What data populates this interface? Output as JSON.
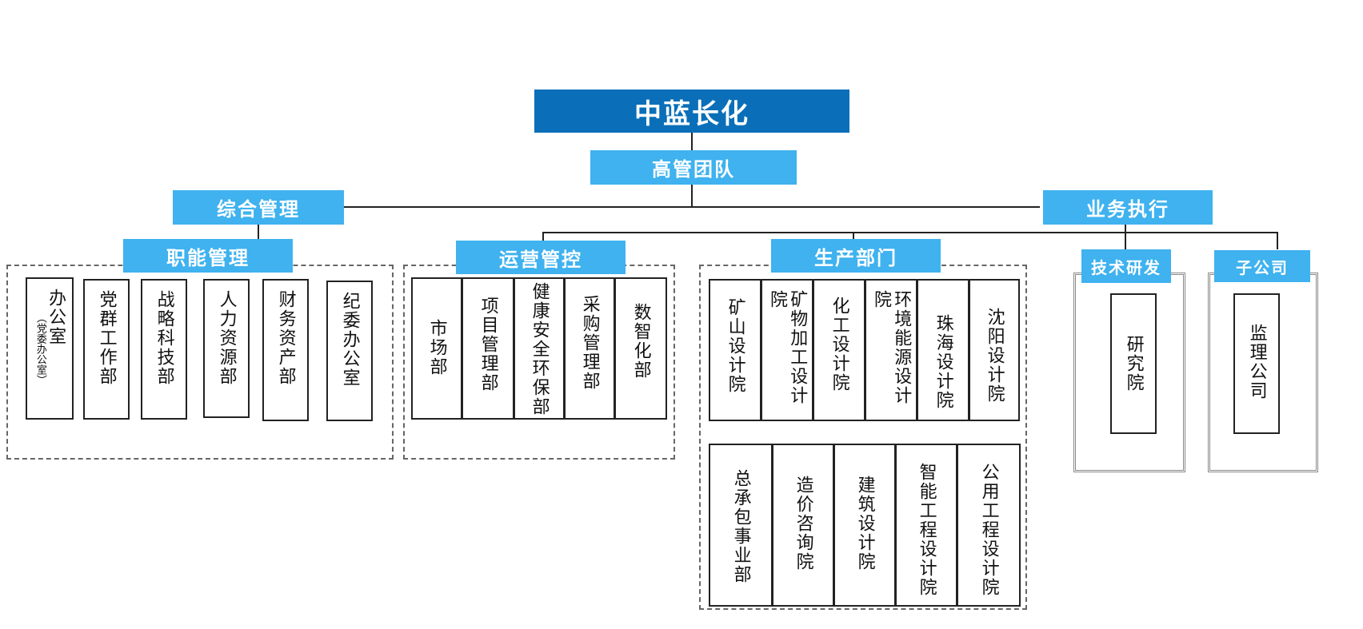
{
  "root": "中蓝长化",
  "executive": "高管团队",
  "divisions": {
    "general": "综合管理",
    "business": "业务执行"
  },
  "groups": {
    "functional": {
      "title": "职能管理",
      "units": [
        "办公室",
        "党群工作部",
        "战略科技部",
        "人力资源部",
        "财务资产部",
        "纪委办公室"
      ],
      "office_note": "（党委办公室）"
    },
    "operations": {
      "title": "运营管控",
      "units": [
        "市场部",
        "项目管理部",
        "健康安全环保部",
        "采购管理部",
        "数智化部"
      ]
    },
    "production": {
      "title": "生产部门",
      "row1": [
        "矿山设计院",
        "矿物加工设计院",
        "化工设计院",
        "环境能源设计院",
        "珠海设计院",
        "沈阳设计院"
      ],
      "row2": [
        "总承包事业部",
        "造价咨询院",
        "建筑设计院",
        "智能工程设计院",
        "公用工程设计院"
      ]
    },
    "research": {
      "title": "技术研发",
      "units": [
        "研究院"
      ]
    },
    "subsidiary": {
      "title": "子公司",
      "units": [
        "监理公司"
      ]
    }
  },
  "colors": {
    "root": "#0a6fb8",
    "header": "#3fb2ef",
    "line": "#222222"
  }
}
